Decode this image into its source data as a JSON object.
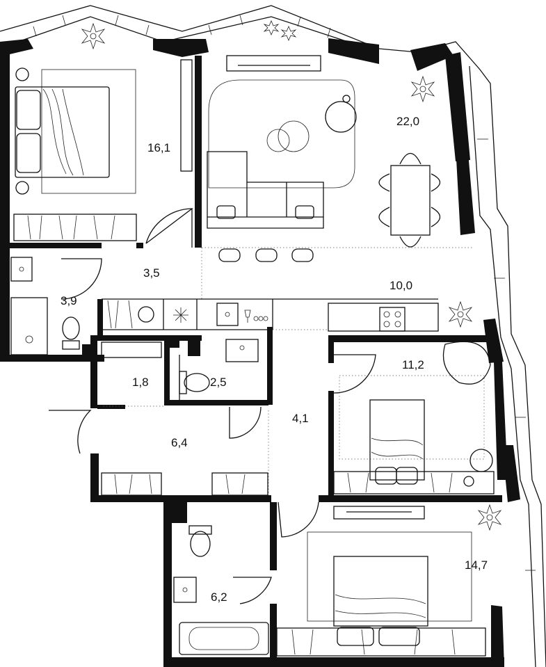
{
  "rooms": [
    {
      "id": "bedroom-west",
      "area": "16,1"
    },
    {
      "id": "living",
      "area": "22,0"
    },
    {
      "id": "corridor-north",
      "area": "3,5"
    },
    {
      "id": "kitchen",
      "area": "10,0"
    },
    {
      "id": "bath-west",
      "area": "3,9"
    },
    {
      "id": "storage",
      "area": "1,8"
    },
    {
      "id": "wc",
      "area": "2,5"
    },
    {
      "id": "hall",
      "area": "4,1"
    },
    {
      "id": "bedroom-east",
      "area": "11,2"
    },
    {
      "id": "entrance",
      "area": "6,4"
    },
    {
      "id": "bath-south",
      "area": "6,2"
    },
    {
      "id": "bedroom-south",
      "area": "14,7"
    }
  ],
  "colors": {
    "wall": "#111111",
    "line": "#222222",
    "background": "#ffffff"
  }
}
